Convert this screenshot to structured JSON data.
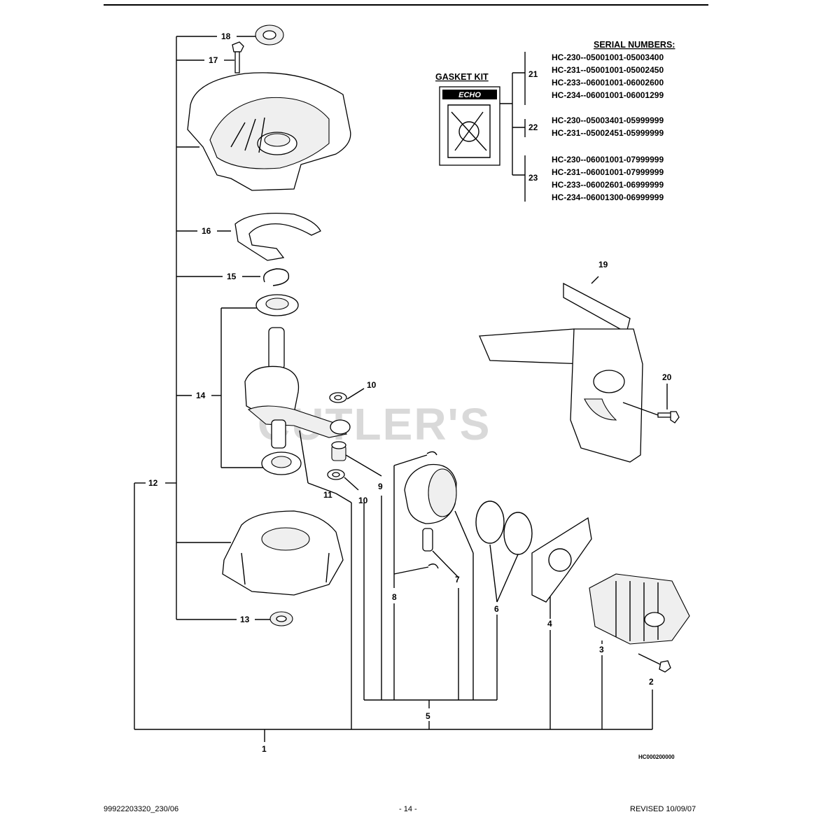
{
  "serial_header": "SERIAL NUMBERS:",
  "gasket_kit_label": "GASKET KIT",
  "kit_logo_text": "ECHO",
  "watermark": "CUTLER'S",
  "groups": [
    {
      "ref": "21",
      "serials": [
        "HC-230--05001001-05003400",
        "HC-231--05001001-05002450",
        "HC-233--06001001-06002600",
        "HC-234--06001001-06001299"
      ]
    },
    {
      "ref": "22",
      "serials": [
        "HC-230--05003401-05999999",
        "HC-231--05002451-05999999"
      ]
    },
    {
      "ref": "23",
      "serials": [
        "HC-230--06001001-07999999",
        "HC-231--06001001-07999999",
        "HC-233--06002601-06999999",
        "HC-234--06001300-06999999"
      ]
    }
  ],
  "callouts": {
    "c1": "1",
    "c2": "2",
    "c3": "3",
    "c4": "4",
    "c5": "5",
    "c6": "6",
    "c7": "7",
    "c8": "8",
    "c9": "9",
    "c10a": "10",
    "c10b": "10",
    "c11": "11",
    "c12": "12",
    "c13": "13",
    "c14": "14",
    "c15": "15",
    "c16": "16",
    "c17": "17",
    "c18": "18",
    "c19": "19",
    "c20": "20"
  },
  "diagram_code": "HC000200000",
  "footer": {
    "left": "99922203320_230/06",
    "center": "- 14 -",
    "right": "REVISED 10/09/07"
  }
}
